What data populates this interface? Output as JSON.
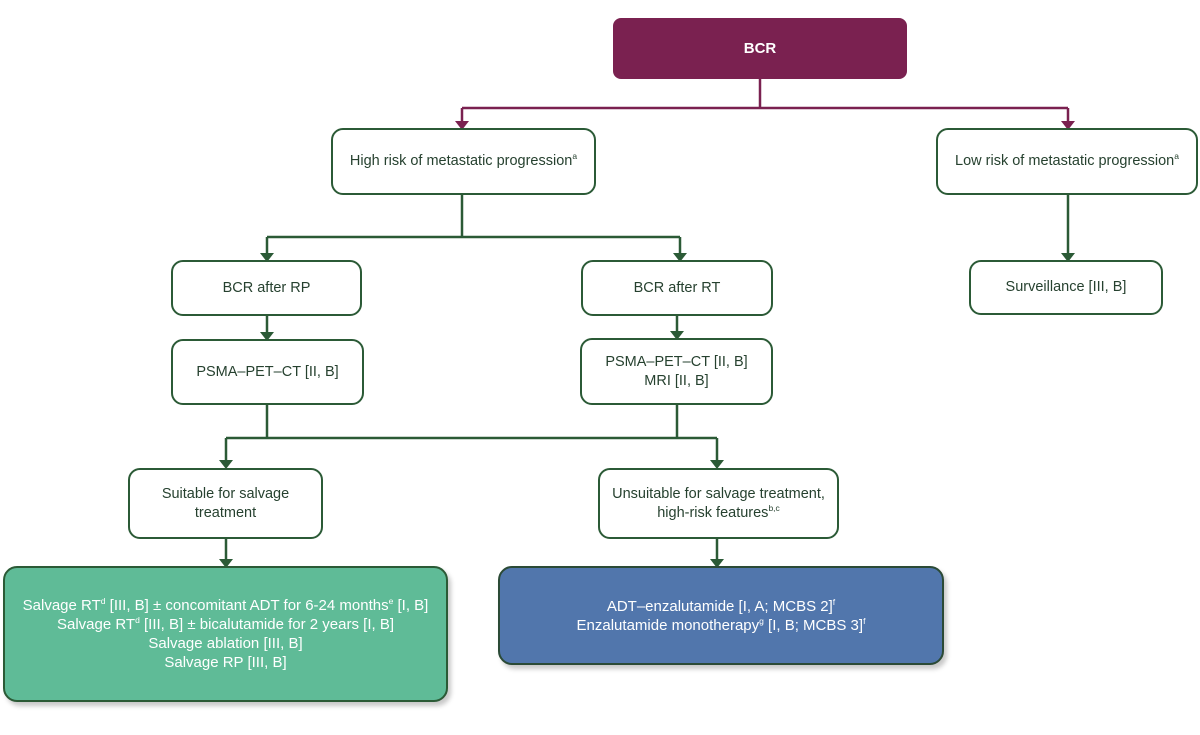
{
  "colors": {
    "root_fill": "#7a2150",
    "root_connector": "#7a2150",
    "green_border": "#2b5a36",
    "green_text": "#26412f",
    "teal_fill": "#5fbb97",
    "blue_fill": "#5176ac"
  },
  "nodes": {
    "bcr": {
      "text": "BCR"
    },
    "high_risk": {
      "text": "High risk of metastatic progression",
      "sup": "a"
    },
    "low_risk": {
      "text": "Low risk of metastatic progression",
      "sup": "a"
    },
    "after_rp": {
      "text": "BCR after RP"
    },
    "after_rt": {
      "text": "BCR after RT"
    },
    "surveillance": {
      "text": "Surveillance [III, B]"
    },
    "psma_rp": {
      "text": "PSMA–PET–CT [II, B]"
    },
    "psma_rt": {
      "line1": "PSMA–PET–CT [II, B]",
      "line2": "MRI [II, B]"
    },
    "suitable": {
      "line1": "Suitable for salvage",
      "line2": "treatment"
    },
    "unsuitable": {
      "line1": "Unsuitable for salvage treatment,",
      "line2": "high-risk features",
      "sup": "b,c"
    },
    "salvage": {
      "l1_a": "Salvage RT",
      "l1_sup1": "d",
      "l1_b": " [III, B] ± concomitant ADT for 6-24 months",
      "l1_sup2": "e",
      "l1_c": " [I, B]",
      "l2_a": "Salvage RT",
      "l2_sup": "d",
      "l2_b": " [III, B] ± bicalutamide for 2 years [I, B]",
      "l3": "Salvage ablation [III, B]",
      "l4": "Salvage RP [III, B]"
    },
    "enzalutamide": {
      "l1_a": "ADT–enzalutamide [I, A; MCBS 2]",
      "l1_sup": "f",
      "l2_a": "Enzalutamide monotherapy",
      "l2_sup1": "g",
      "l2_b": " [I, B; MCBS 3]",
      "l2_sup2": "f"
    }
  }
}
